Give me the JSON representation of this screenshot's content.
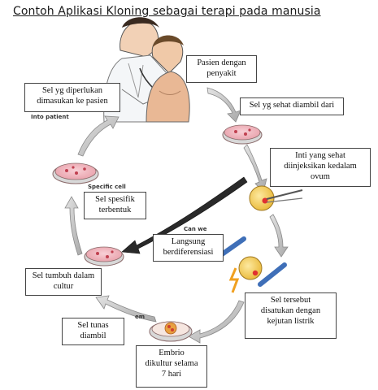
{
  "title": "Contoh Aplikasi Kloning sebagai terapi pada manusia",
  "labels": {
    "patient": "Pasien dengan\npenyakit",
    "healthy_cell": "Sel yg sehat diambil dari",
    "nucleus": "Inti yang sehat\ndiinjeksikan kedalam\novum",
    "fused": "Sel tersebut\ndisatukan dengan\nkejutan listrik",
    "embryo": "Embrio\ndikultur selama\n7 hari",
    "shoot": "Sel tunas\ndiambil",
    "culture": "Sel tumbuh dalam\ncultur",
    "differentiate": "Langsung\nberdiferensiasi",
    "specific": "Sel spesifik\nterbentuk",
    "insert": "Sel yg diperlukan\ndimasukan ke pasien"
  },
  "ghost_text": {
    "into_patient": "Into patient",
    "specific_cell": "Specific cell",
    "can_we": "Can we",
    "stem": "em"
  },
  "colors": {
    "arrow": "#c8c8c8",
    "arrow_edge": "#8a8a8a",
    "dish": "#f0b8c0",
    "dish_rim": "#8a6a6a",
    "egg": "#f2c84a",
    "nucleus": "#e03030",
    "electrode": "#4a7fc8",
    "spark": "#f0a020"
  }
}
